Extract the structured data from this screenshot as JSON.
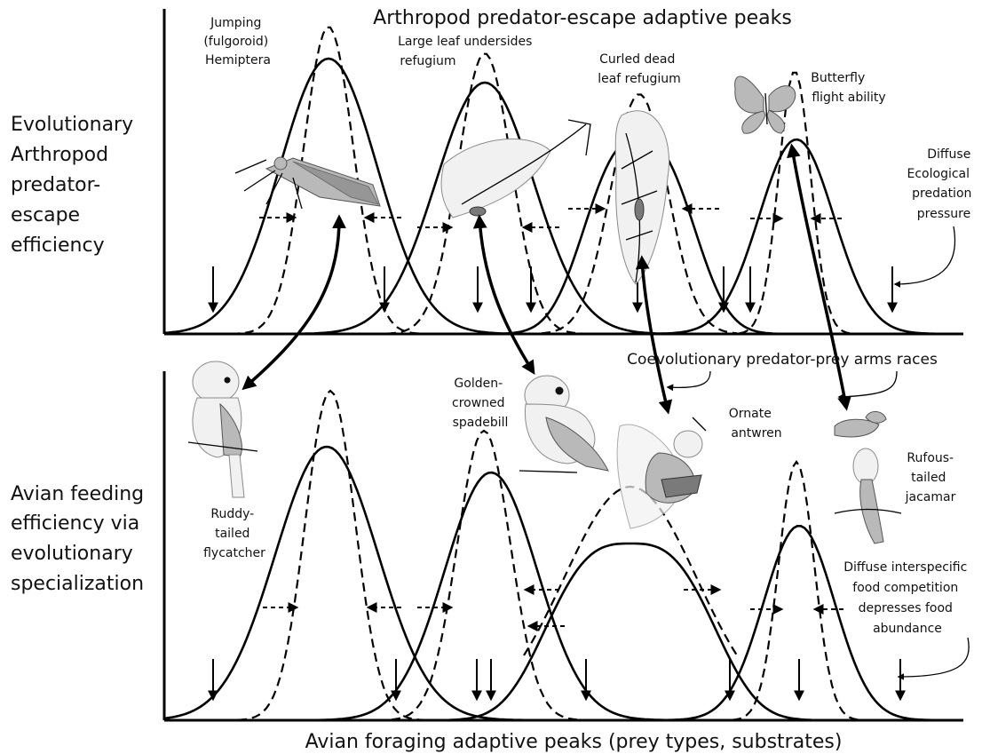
{
  "figure": {
    "top_title": "Arthropod predator-escape adaptive peaks",
    "bottom_title": "Avian foraging adaptive peaks (prey types, substrates)",
    "top_ylabel": [
      "Evolutionary",
      "Arthropod",
      "predator-",
      "escape",
      "efficiency"
    ],
    "bottom_ylabel": [
      "Avian feeding",
      "efficiency via",
      "evolutionary",
      "specialization"
    ],
    "middle_label": "Coevolutionary predator-prey arms races"
  },
  "top_panel": {
    "peaks": [
      {
        "label": [
          "Jumping",
          "(fulgoroid)",
          "Hemiptera"
        ],
        "illustration": "fulgoroid-planthopper"
      },
      {
        "label": [
          "Large leaf undersides",
          "refugium"
        ],
        "illustration": "leaf-underside-insect"
      },
      {
        "label": [
          "Curled dead",
          "leaf refugium"
        ],
        "illustration": "curled-dead-leaf"
      },
      {
        "label": [
          "Butterfly",
          "flight ability"
        ],
        "illustration": "butterfly"
      }
    ],
    "pressure_label": [
      "Diffuse",
      "Ecological",
      "predation",
      "pressure"
    ]
  },
  "bottom_panel": {
    "birds": [
      {
        "label": [
          "Ruddy-",
          "tailed",
          "flycatcher"
        ],
        "illustration": "ruddy-tailed-flycatcher"
      },
      {
        "label": [
          "Golden-",
          "crowned",
          "spadebill"
        ],
        "illustration": "golden-crowned-spadebill"
      },
      {
        "label": [
          "Ornate",
          "antwren"
        ],
        "illustration": "ornate-antwren"
      },
      {
        "label": [
          "Rufous-",
          "tailed",
          "jacamar"
        ],
        "illustration": "rufous-tailed-jacamar"
      }
    ],
    "competition_label": [
      "Diffuse interspecific",
      "food competition",
      "depresses food",
      "abundance"
    ]
  }
}
